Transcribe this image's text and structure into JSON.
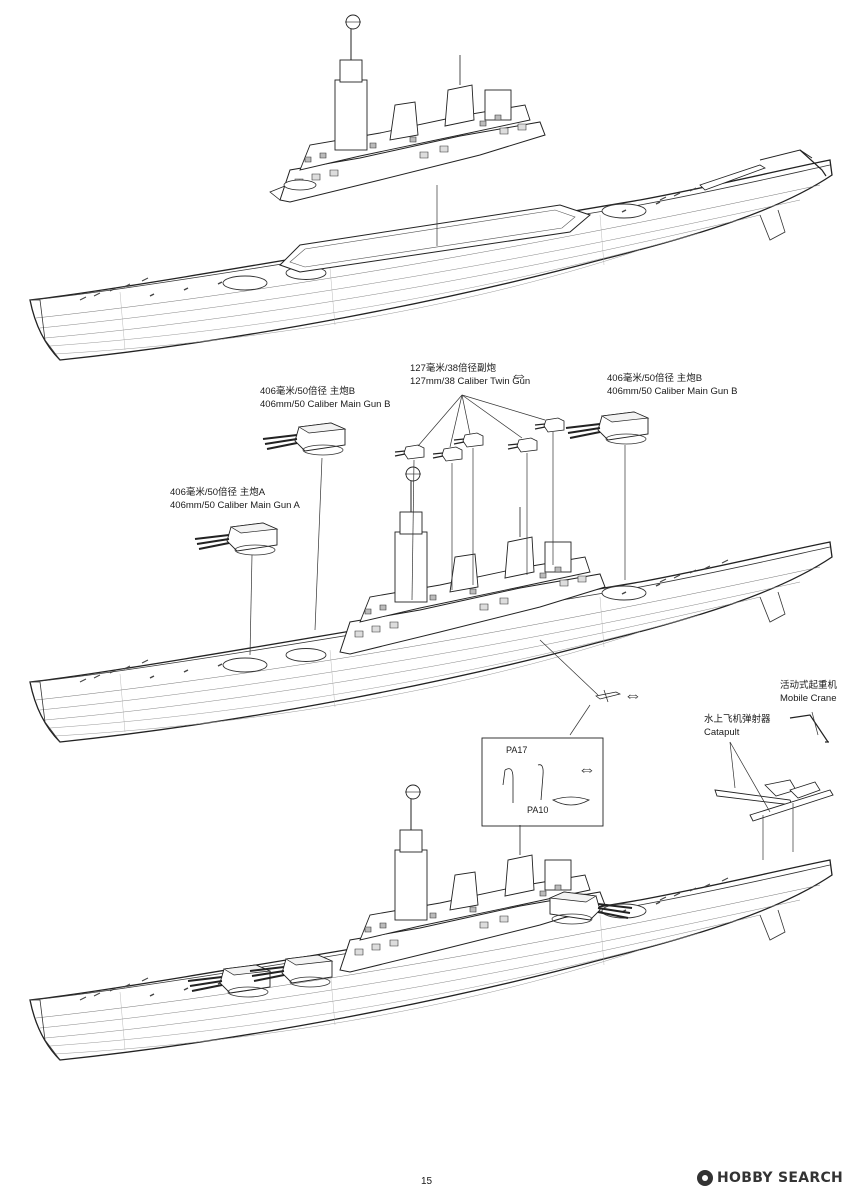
{
  "labels": {
    "twin_gun_cn": "127毫米/38倍径副炮",
    "twin_gun_en": "127mm/38 Caliber Twin Gun",
    "main_gun_b_left_cn": "406毫米/50倍径 主炮B",
    "main_gun_b_left_en": "406mm/50 Caliber Main Gun B",
    "main_gun_b_right_cn": "406毫米/50倍径 主炮B",
    "main_gun_b_right_en": "406mm/50 Caliber Main Gun B",
    "main_gun_a_cn": "406毫米/50倍径 主炮A",
    "main_gun_a_en": "406mm/50 Caliber Main Gun A",
    "mobile_crane_cn": "活动式起重机",
    "mobile_crane_en": "Mobile Crane",
    "catapult_cn": "水上飞机弹射器",
    "catapult_en": "Catapult",
    "part_pa17": "PA17",
    "part_pa10": "PA10"
  },
  "page_number": "15",
  "watermark": "HOBBY SEARCH",
  "icons": {
    "swap": "⇔"
  }
}
